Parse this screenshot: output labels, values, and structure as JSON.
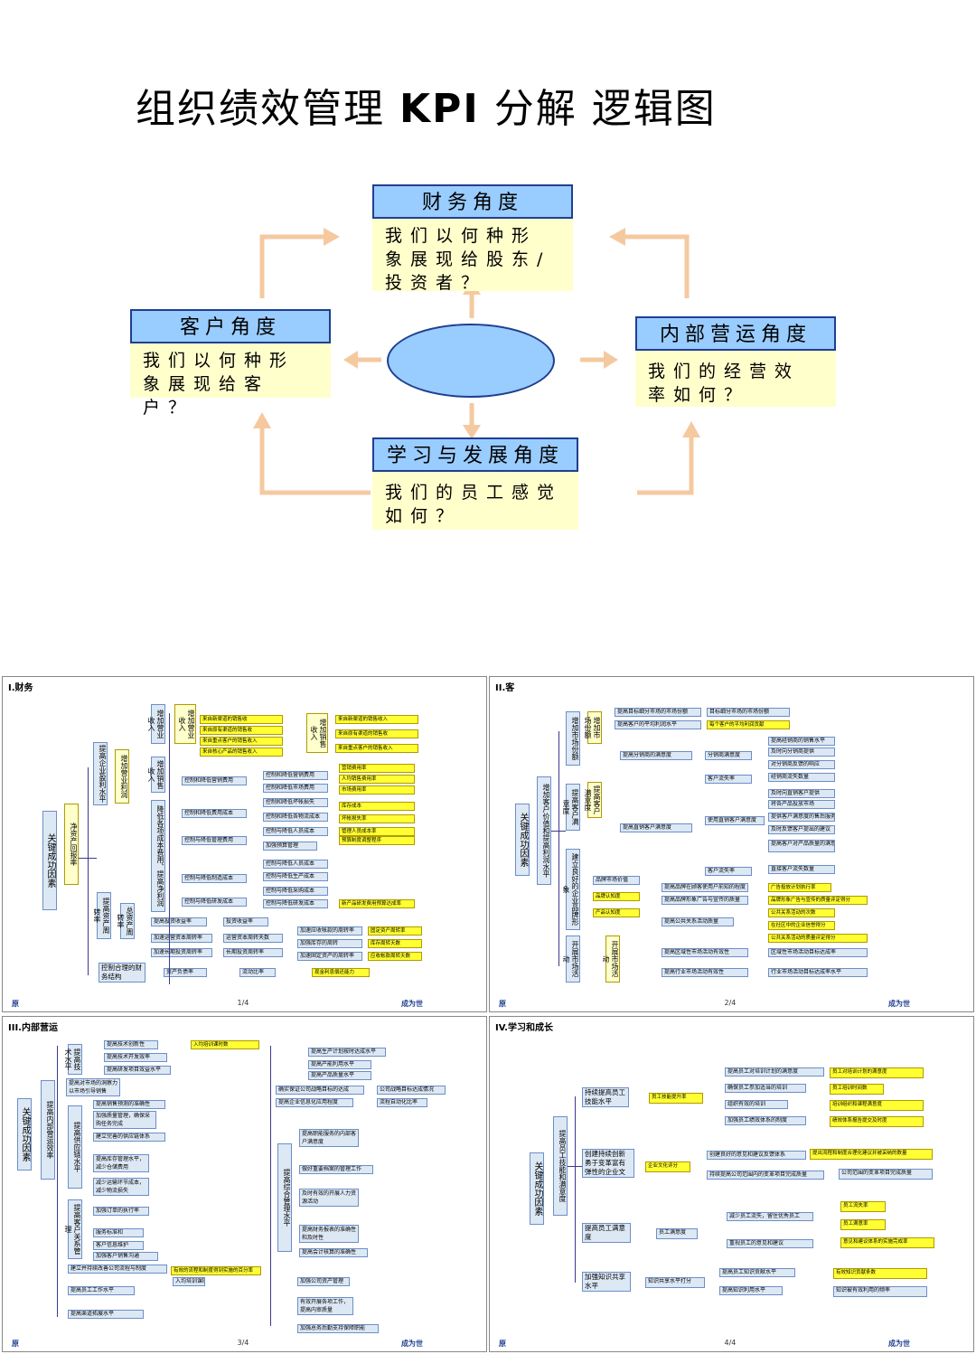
{
  "title_cn": "组织绩效管理",
  "title_kpi": "KPI",
  "title_rest": "分解  逻辑图",
  "diagram": {
    "finance": {
      "header": "财务角度",
      "body": "我们以何种形象展现给股东/投资者？"
    },
    "customer": {
      "header": "客户角度",
      "body": "我们以何种形象展现给客户？"
    },
    "internal": {
      "header": "内部营运角度",
      "body": "我们的经营效率如何？"
    },
    "learning": {
      "header": "学习与发展角度",
      "body": "我们的员工感觉如何？"
    }
  },
  "colors": {
    "header_bg": "#99ccff",
    "body_bg": "#ffffcc",
    "arrow": "#f5c9a0",
    "border": "#1f3f8f"
  },
  "panels": [
    {
      "title": "I.财务",
      "root": "关键成功因素",
      "footer_left": "原",
      "page": "1/4",
      "footer_right": "成为世",
      "l1": [
        "净资产回报率",
        "提高企业盈利水平",
        "增加营业利润",
        "提高资产周转率",
        "控制合理的财务结构"
      ],
      "l2": [
        "增加营业收入",
        "增加销售收入",
        "降低各项成本费用、提高净利润",
        "总资产周转率"
      ],
      "mid": [
        "控制和降低营销费用",
        "控制和降低费用成本",
        "控制与降低管理费用",
        "控制与降低制造成本",
        "控制与降低研发成本",
        "提高投资收益率",
        "加速运营资本周转率",
        "加速长期投资周转率",
        "资产负债率"
      ],
      "mid2": [
        "控制和降低营销费用",
        "控制和降低市场费用",
        "控制和降低各物流成本",
        "控制和降低坏帐损失",
        "控制与降低人员成本",
        "加强预算管理",
        "控制与降低人员成本",
        "控制与降低生产成本",
        "控制与降低采购成本",
        "控制与降低研发成本",
        "投资收益率",
        "运营资本周转天数",
        "长期投资周转率",
        "流动比率"
      ],
      "right": [
        "加速应收帐款的周转率",
        "加强库存的周转",
        "加速固定资产的周转率",
        "现金利息偿还能力"
      ],
      "yellow": [
        "来自新渠道的销售收",
        "来自原有渠道的销售收",
        "来自重点客户的销售收入",
        "来自核心产品的销售收入",
        "来自新渠道的销售收入",
        "来自原有渠道的销售收",
        "来自重点客户的销售收入",
        "营销费用率",
        "人均销售费用率",
        "市场费用率",
        "库存成本",
        "坏帐损失率",
        "管理人员成本率",
        "预算制度调整程序",
        "库存周转天数",
        "应收帐款周转天数",
        "固定资产周转率",
        "新产品研发费用预算达成率"
      ]
    },
    {
      "title": "II.客",
      "root": "关键成功因素",
      "footer_left": "原",
      "page": "2/4",
      "footer_right": "成为世",
      "l1": [
        "增加客户价值和提高利润水平"
      ],
      "l2": [
        "增加市场份额",
        "提高客户满意度",
        "建立良好的企业品牌形象",
        "开展市场活动"
      ],
      "mid": [
        "提高目标细分市场的市场份额",
        "提高客户的平均利润水平",
        "提高分销商的满意度",
        "提高直销客户满意度",
        "品牌市场价值",
        "品牌认知度",
        "产品认知度",
        "提高区域性市场活动有效性",
        "提高行业市场活动有效性"
      ],
      "mid2": [
        "目标细分市场的市场份额",
        "每个客户的平均利润贡献",
        "分销商满意度",
        "客户流失率",
        "使用直销客户满意度",
        "客户流失率",
        "提高品牌在顾客使用户前知的程度",
        "提高品牌形象广告与宣传的质量",
        "提高公共关系活动质量"
      ],
      "right": [
        "提高经销商的销售水平",
        "及时向分销商提供",
        "对分销商反馈的响应",
        "经销商流失数量",
        "及时向直销客户提供",
        "将各产品投放市场",
        "提供客户满意度的售后服务",
        "及时反馈客户提出的建议",
        "提高客户对产品质量的满意度",
        "直接客户流失数量",
        "广告投放计划执行率",
        "品牌形象广告与宣传的质量评定得分",
        "公共关系活动的次数",
        "在社区中的企业信誉得分",
        "公共关系活动的质量评定得分",
        "区域性市场活动目标达成率",
        "行业市场活动目标达成率水平"
      ]
    },
    {
      "title": "III.内部营运",
      "root": "关键成功因素",
      "footer_left": "原",
      "page": "3/4",
      "footer_right": "成为世",
      "l1": [
        "提高内部营运效率"
      ],
      "l2": [
        "提高技术水平",
        "提高供应链水平",
        "提高客户关系管理",
        "提高综合管理水平"
      ],
      "mid": [
        "提高技术创新性",
        "提高技术开发效率",
        "提高研发项目效益水平",
        "提高对市场的洞察力以市场引导销售",
        "提高销售预测的准确性",
        "加强质量管理，确保采购任务完成",
        "建立完善的供应链体系",
        "提高库存管理水平，减少仓储费用",
        "减少运输环节成本，减少物流损失",
        "加强订单的执行率",
        "服务标准和",
        "客户信息维护",
        "加强客户销售沟通",
        "建立并持续改善公司流程与制度",
        "提高员工工作水平",
        "提高渠道拓展水平"
      ],
      "mid2": [
        "提高生产计划按时达成水平",
        "提高产能利用水平",
        "提高产品质量水平",
        "确实保证公司战略目标的达成",
        "提高企业信息化应用程度",
        "提高职能服务的内部客户满意度",
        "做好重要档案的管理工作",
        "及时有效的开展人力资源活动",
        "提高财务报表的准确性和及时性",
        "提高会计核算的准确性",
        "加强公司资产管理",
        "有效开展各项工作，提高内审质量",
        "加强总务后勤支持保障职能"
      ],
      "right": [
        "公司战略目标达成情况",
        "流程自动化比率",
        "入均培训课时数",
        "有效的流程和制度得到实施的百分率"
      ]
    },
    {
      "title": "IV.学习和成长",
      "root": "关键成功因素",
      "footer_left": "原",
      "page": "4/4",
      "footer_right": "成为世",
      "l1": [
        "提高员工技能和满意度"
      ],
      "l2": [
        "持续提高员工技能水平",
        "创建持续创新勇于变革富有弹性的企业文化",
        "提高员工满意度",
        "加强知识共享水平"
      ],
      "mid": [
        "员工技能提升率",
        "企业文化评分",
        "员工满意度",
        "知识共享水平打分"
      ],
      "mid2": [
        "提高员工对培训计划的满意度",
        "确保员工参加适当的培训",
        "组织有效的培训",
        "加强员工绩效体系的制度",
        "创建良好的意见和建议反馈体系",
        "持续提高公司范围内的变革项目完成质量",
        "减少员工流失，留住优秀员工",
        "重视员工的意见和建议",
        "提高员工知识贡献水平",
        "提高知识利用水平"
      ],
      "right": [
        "员工对培训计划的满意度",
        "员工培训时间数",
        "培训组织和课程满意度",
        "绩效体系报告提交及时度",
        "提出流程和制度合理化建议并被采纳的数量",
        "公司范围的变革项目完成质量",
        "员工流失率",
        "员工满意率",
        "意见和建议体系的实施完成率",
        "有效知识贡献条数",
        "知识被有效利用的频率"
      ]
    }
  ]
}
